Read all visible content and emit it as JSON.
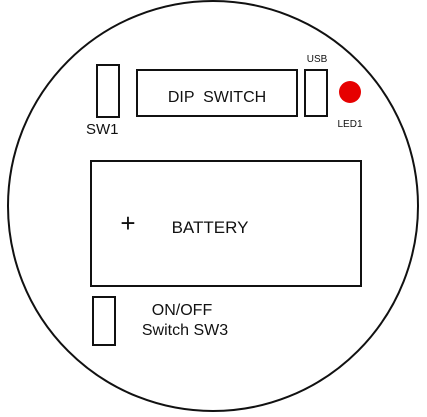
{
  "diagram": {
    "components": {
      "sw1": {
        "label": "SW1"
      },
      "dip_switch": {
        "label": "DIP  SWITCH"
      },
      "usb": {
        "label": "USB"
      },
      "led": {
        "label": "LED1",
        "color": "#e60000"
      },
      "battery": {
        "label": "BATTERY",
        "polarity_mark": "+"
      },
      "power_switch": {
        "label_line1": "ON/OFF",
        "label_line2": "Switch SW3"
      }
    },
    "colors": {
      "outline": "#111111",
      "background": "#ffffff"
    }
  }
}
